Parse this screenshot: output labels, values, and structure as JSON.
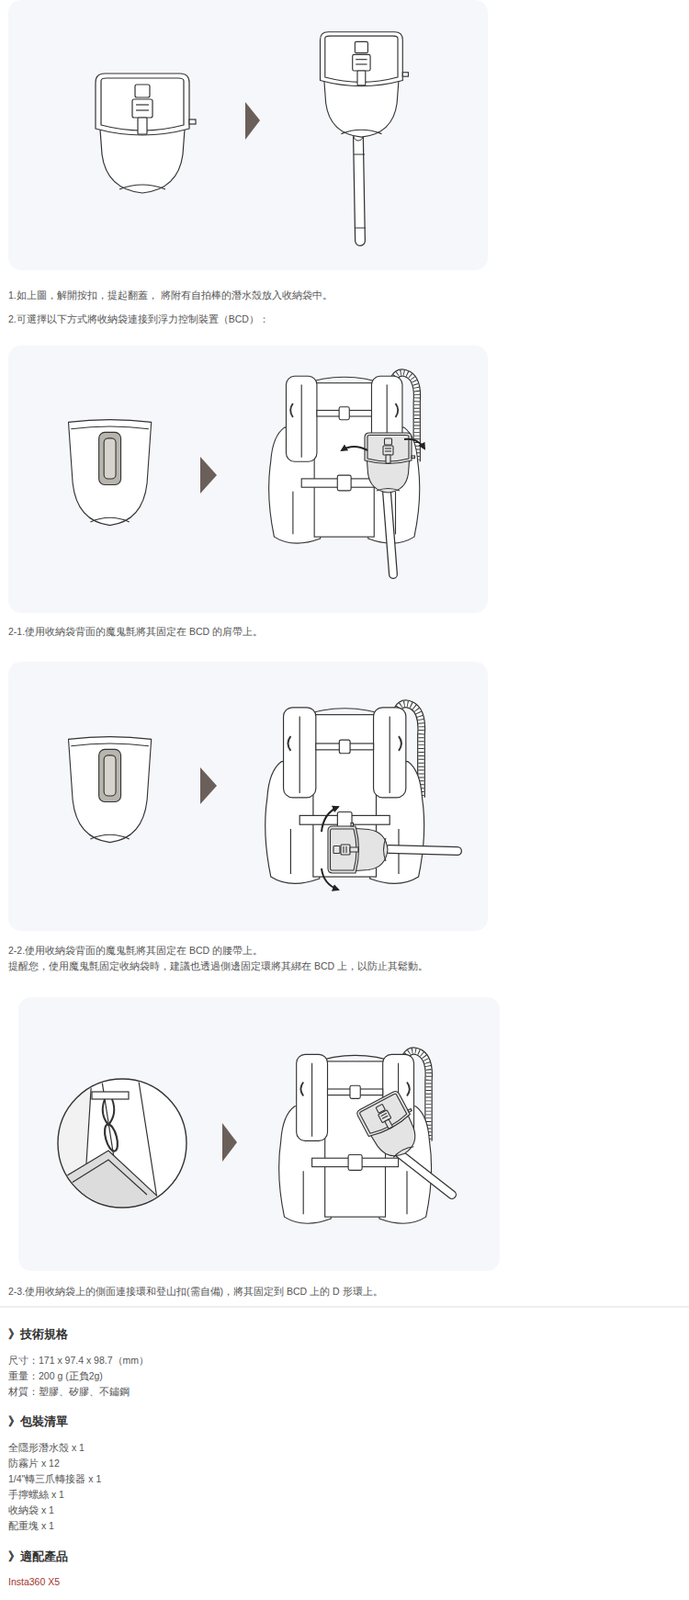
{
  "diagram": {
    "labels": [
      "1.如上圖，解開按扣，提起翻蓋， 將附有自拍棒的潛水殼放入收納袋中。",
      "2.可選擇以下方式將收納袋連接到浮力控制裝置（BCD）：",
      "2-1.使用收納袋背面的魔鬼氈將其固定在 BCD 的肩帶上。",
      "2-2.使用收納袋背面的魔鬼氈將其固定在 BCD 的腰帶上。",
      "提醒您，使用魔鬼氈固定收納袋時，建議也透過側邊固定環將其綁在 BCD 上，以防止其鬆動。",
      "2-3.使用收納袋上的側面連接環和登山扣(需自備)，將其固定到 BCD 上的 D 形環上。",
      "》技術規格",
      "尺寸：171 x 97.4 x 98.7（mm）",
      "重量：200 g (正負2g)",
      "材質：塑膠、矽膠、不鏽鋼",
      "》包裝清單",
      "全隱形潛水殼 x 1",
      "防霧片 x 12",
      "1/4\"轉三爪轉接器 x 1",
      "手擰螺絲 x 1",
      "收納袋 x 1",
      "配重塊 x 1",
      "》適配產品",
      "Insta360 X5"
    ]
  }
}
